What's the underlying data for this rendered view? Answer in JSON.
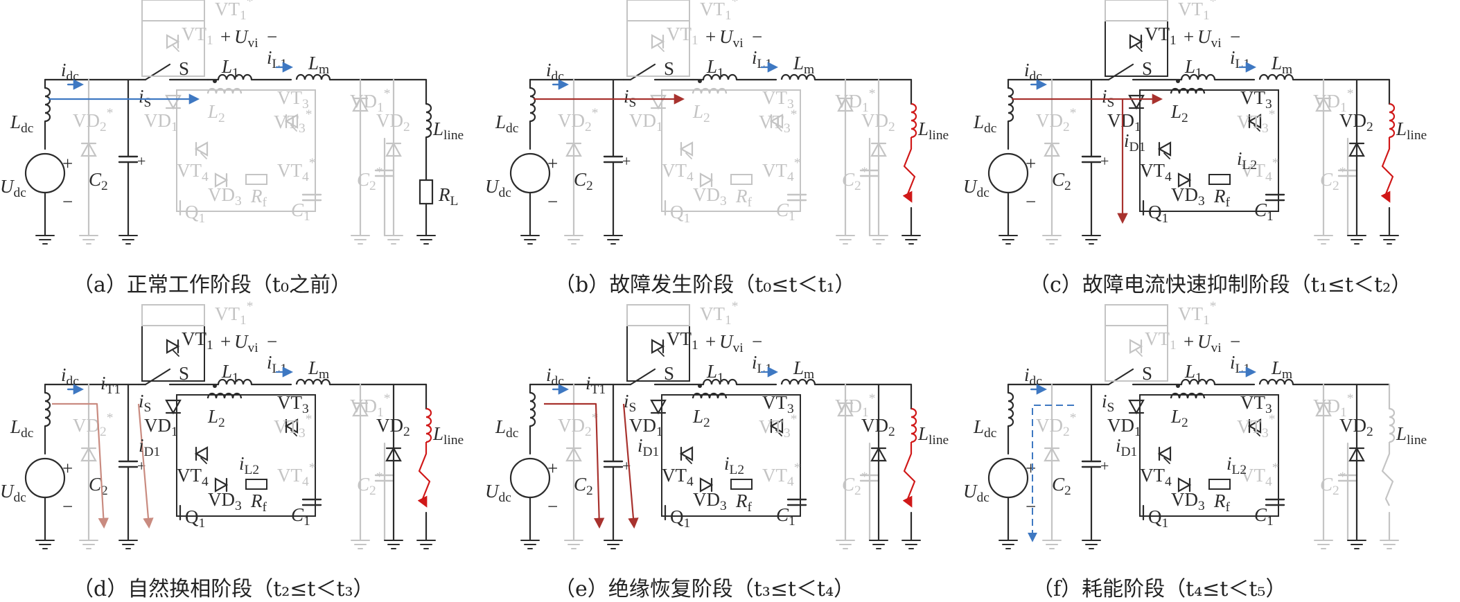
{
  "colors": {
    "wire": "#2b2b2b",
    "ghost": "#c4c4c4",
    "blue_arrow": "#3e78c2",
    "red_path": "#a8322e",
    "light_red_path": "#c98b80",
    "fault_red": "#d01818"
  },
  "labels": {
    "idc": "i",
    "idc_sub": "dc",
    "iS": "i",
    "iS_sub": "S",
    "iL1": "i",
    "iL1_sub": "L1",
    "iD1": "i",
    "iD1_sub": "D1",
    "iL2": "i",
    "iL2_sub": "L2",
    "iT1": "i",
    "iT1_sub": "T1",
    "Uvi": "U",
    "Uvi_sub": "vi",
    "L1": "L",
    "L1_sub": "1",
    "Lm": "L",
    "Lm_sub": "m",
    "Ldc": "L",
    "Ldc_sub": "dc",
    "Udc": "U",
    "Udc_sub": "dc",
    "C2": "C",
    "C2_sub": "2",
    "C2s": "C",
    "C2s_sub": "2",
    "star": "*",
    "Lline": "L",
    "Lline_sub": "line",
    "RL": "R",
    "RL_sub": "L",
    "S": "S",
    "VT1": "VT",
    "VT1_sub": "1",
    "VT3": "VT",
    "VT3_sub": "3",
    "VT4": "VT",
    "VT4_sub": "4",
    "VD1": "VD",
    "VD1_sub": "1",
    "VD2": "VD",
    "VD2_sub": "2",
    "VD3": "VD",
    "VD3_sub": "3",
    "L2": "L",
    "L2_sub": "2",
    "Rf": "R",
    "Rf_sub": "f",
    "C1": "C",
    "C1_sub": "1",
    "Q1": "Q",
    "Q1_sub": "1",
    "plus": "+",
    "minus": "−"
  },
  "panels": [
    {
      "id": "a",
      "caption": "（a）正常工作阶段（t₀之前）"
    },
    {
      "id": "b",
      "caption": "（b）故障发生阶段（t₀≤t＜t₁）"
    },
    {
      "id": "c",
      "caption": "（c）故障电流快速抑制阶段（t₁≤t＜t₂）"
    },
    {
      "id": "d",
      "caption": "（d）自然换相阶段（t₂≤t＜t₃）"
    },
    {
      "id": "e",
      "caption": "（e）绝缘恢复阶段（t₃≤t＜t₄）"
    },
    {
      "id": "f",
      "caption": "（f）耗能阶段（t₄≤t＜t₅）"
    }
  ]
}
